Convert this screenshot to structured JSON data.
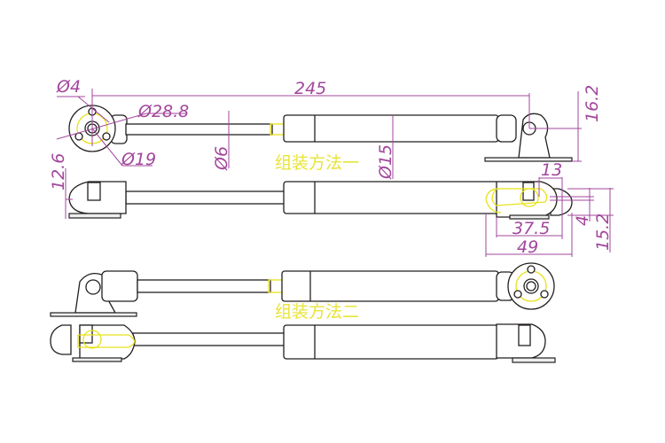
{
  "dimensions": {
    "hole_dia": "Ø4",
    "flange_dia": "Ø28.8",
    "pitch_dia": "Ø19",
    "length": "245",
    "rod_dia": "Ø6",
    "body_dia": "Ø15",
    "bracket_height": "16.2",
    "left_height": "12.6",
    "slot_offset": "13",
    "end_length_inner": "37.5",
    "end_length_outer": "49",
    "slot_width": "4",
    "end_height": "15.2"
  },
  "labels": {
    "method_one": "组装方法一",
    "method_two": "组装方法二"
  },
  "colors": {
    "outline": "#231f20",
    "dimension": "#a2479c",
    "highlight": "#e8e21a"
  }
}
